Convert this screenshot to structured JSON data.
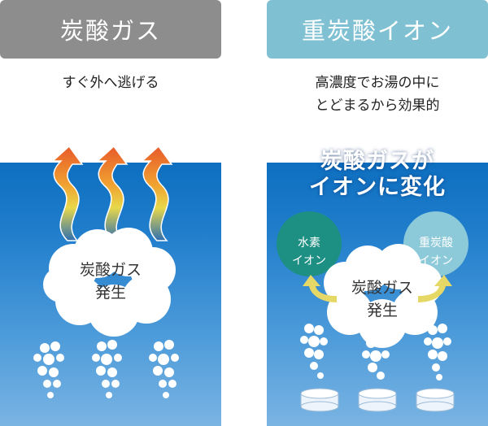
{
  "left": {
    "title": "炭酸ガス",
    "caption": "すぐ外へ逃げる",
    "cloud_line1": "炭酸ガス",
    "cloud_line2": "発生"
  },
  "right": {
    "title": "重炭酸イオン",
    "caption_line1": "高濃度でお湯の中に",
    "caption_line2": "とどまるから効果的",
    "transform_line1": "炭酸ガスが",
    "transform_line2": "イオンに変化",
    "hydrogen_line1": "水素",
    "hydrogen_line2": "イオン",
    "bicarb_line1": "重炭酸",
    "bicarb_line2": "イオン",
    "cloud_line1": "炭酸ガス",
    "cloud_line2": "発生"
  },
  "colors": {
    "left_header": "#8d8d8d",
    "right_header": "#7fc1d2",
    "water_top": "#0e6fc0",
    "water_bottom": "#7ab4e3",
    "hydrogen_circle": "#1e8f83",
    "bicarb_circle": "#8cc9d9",
    "arrow_gradient": [
      "#e85a2a",
      "#f0a030",
      "#e8d84a",
      "#2f6fb0"
    ]
  }
}
